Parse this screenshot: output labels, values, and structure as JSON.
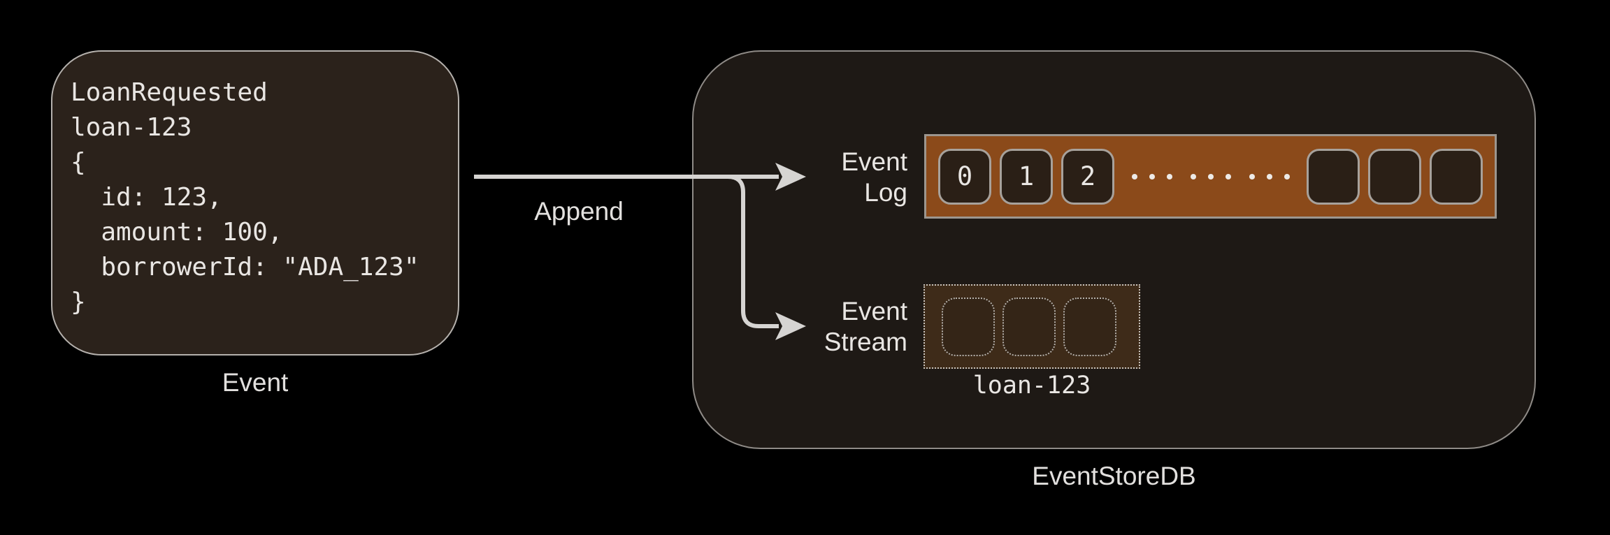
{
  "event_card": {
    "code_lines": [
      "LoanRequested",
      "loan-123",
      "{",
      "  id: 123,",
      "  amount: 100,",
      "  borrowerId: \"ADA_123\"",
      "}"
    ],
    "caption": "Event"
  },
  "append_arrow": {
    "label": "Append"
  },
  "eventstore": {
    "caption": "EventStoreDB",
    "event_log": {
      "label_lines": [
        "Event",
        "Log"
      ],
      "numbered_cells": [
        "0",
        "1",
        "2"
      ],
      "ellipsis_dot_groups": 3,
      "dots_per_group": 3,
      "empty_cell_count": 3
    },
    "event_stream": {
      "label_lines": [
        "Event",
        "Stream"
      ],
      "empty_cell_count": 3,
      "stream_name": "loan-123"
    }
  },
  "colors": {
    "background": "#000000",
    "event_card_fill": "#2B221B",
    "event_card_border": "#B5B1AD",
    "container_fill": "#1E1915",
    "container_border": "#8F8B87",
    "log_bar_fill": "#8B4A1A",
    "log_bar_border": "#9C968F",
    "log_cell_fill": "#2A1F16",
    "log_cell_border": "#A7A19B",
    "stream_box_fill": "#3E2B19",
    "stream_border": "#C9C4BE",
    "arrow": "#D6D4D2",
    "text": "#E9E6E3"
  }
}
